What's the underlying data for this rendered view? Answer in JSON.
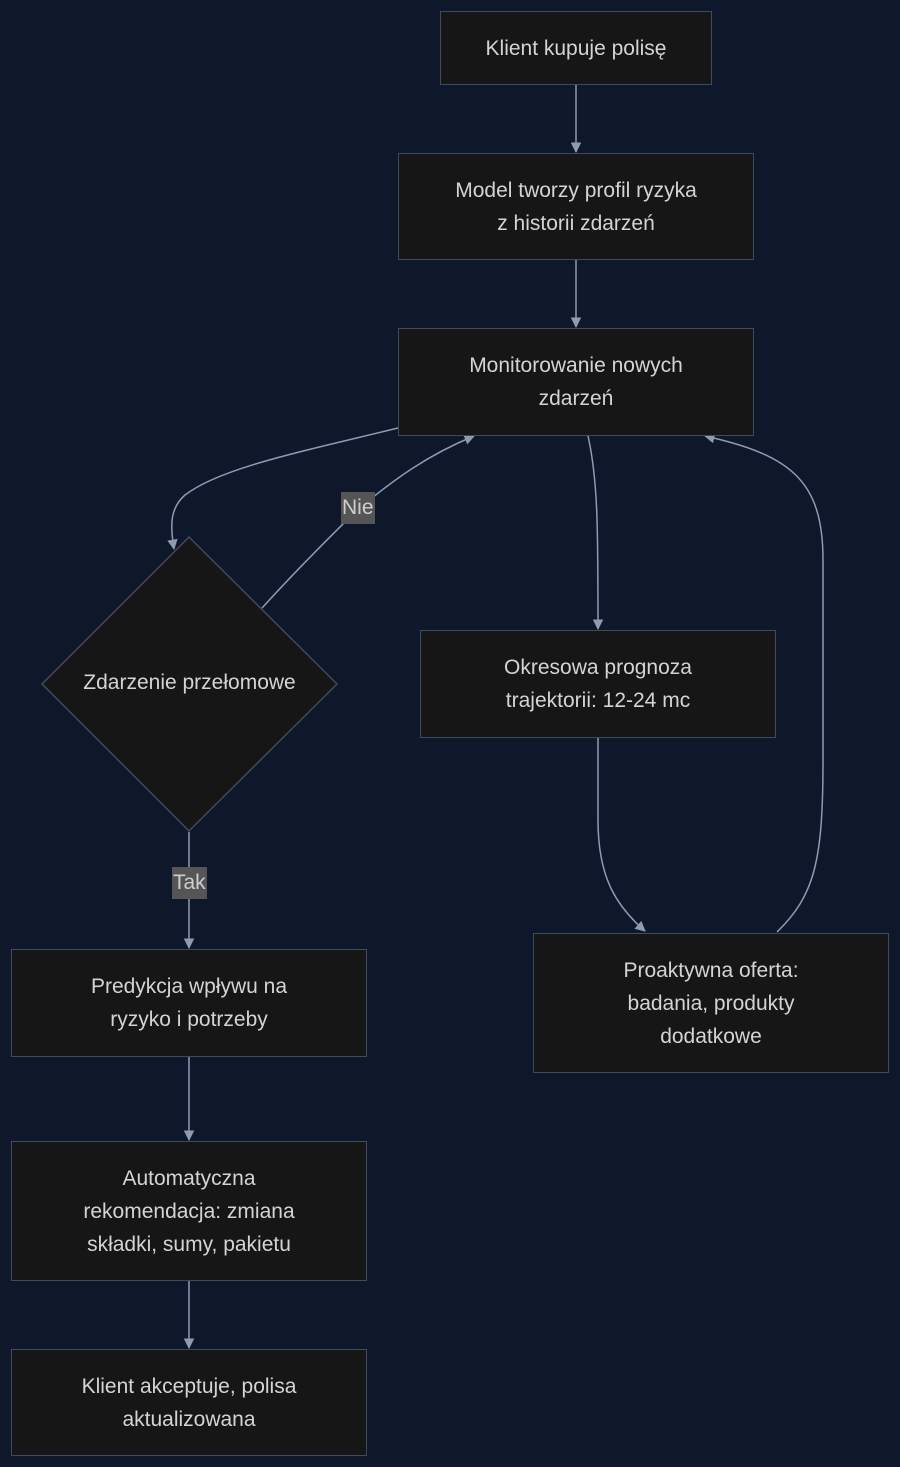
{
  "nodes": {
    "start": "Klient kupuje polisę",
    "profile": "Model tworzy profil ryzyka\nz historii zdarzeń",
    "monitor": "Monitorowanie nowych\nzdarzeń",
    "decision": "Zdarzenie przełomowe",
    "forecast": "Okresowa prognoza\ntrajektorii: 12-24 mc",
    "offer": "Proaktywna oferta:\nbadania, produkty\ndodatkowe",
    "impact": "Predykcja wpływu na\nryzyko i potrzeby",
    "recommendation": "Automatyczna\nrekomendacja: zmiana\nskładki, sumy, pakietu",
    "accept": "Klient akceptuje, polisa\naktualizowana"
  },
  "edge_labels": {
    "no": "Nie",
    "yes": "Tak"
  },
  "colors": {
    "background": "#0f172a",
    "node_fill": "#161616",
    "node_border": "#3f4a5e",
    "edge": "#8f9bb3",
    "text": "#d4d4d4",
    "label_bg": "#555555"
  }
}
